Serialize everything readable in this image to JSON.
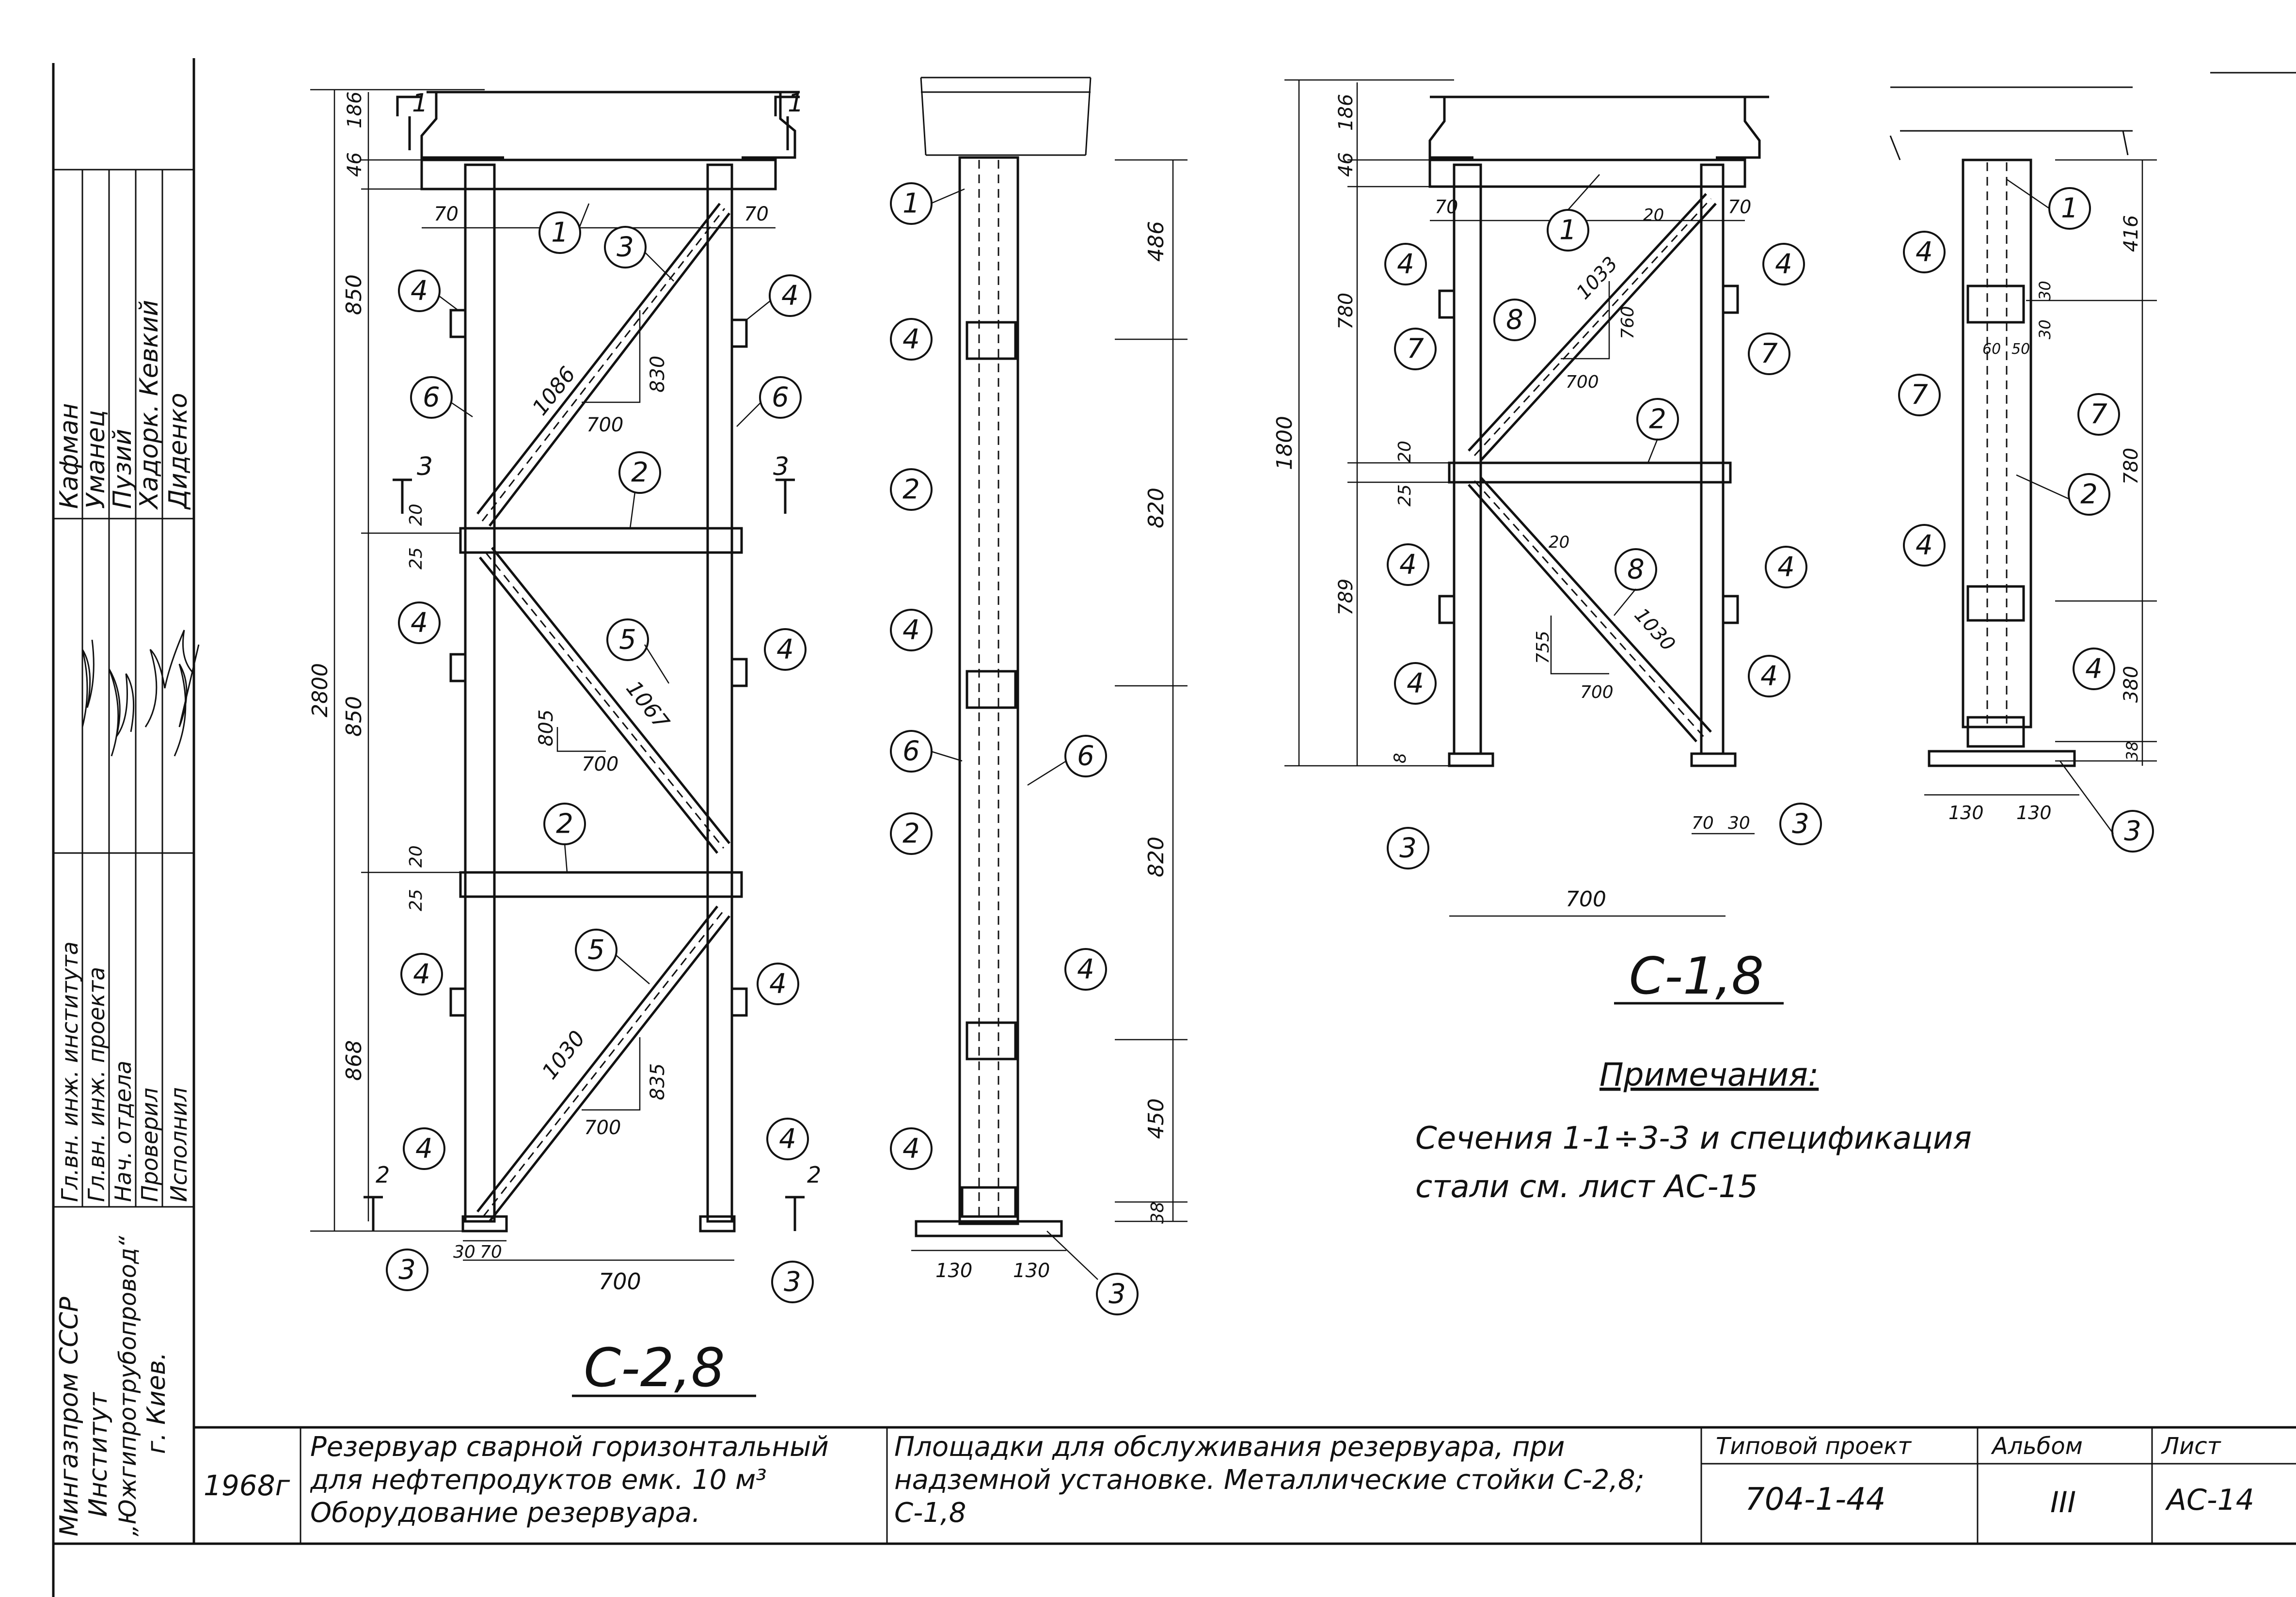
{
  "left_stamp": {
    "roles": [
      "Гл.вн. инж. института",
      "Гл.вн. инж. проекта",
      "Нач. отдела",
      "Проверил",
      "Исполнил"
    ],
    "names": [
      "Кафман",
      "Уманец",
      "Пузий",
      "Хадорк. Кевкий",
      "Диденко"
    ],
    "organization": [
      "Мингазпром СССР",
      "Институт",
      "„Южгипротрубопровод“",
      "г. Киев."
    ]
  },
  "title_block": {
    "year": "1968г",
    "object": "Резервуар сварной горизонтальный для нефтепродуктов емк. 10 м³ Оборудование резервуара.",
    "sheet_title": "Площадки для обслуживания резервуара, при надземной установке. Металлические стойки С-2,8; С-1,8",
    "project_label": "Типовой проект",
    "project_value": "704-1-44",
    "album_label": "Альбом",
    "album_value": "III",
    "sheet_label": "Лист",
    "sheet_value": "АС-14"
  },
  "drawings": {
    "c28": {
      "caption": "С-2,8",
      "dims_vertical": [
        "186",
        "46",
        "850",
        "850",
        "868",
        "2800",
        "20",
        "25",
        "20",
        "25"
      ],
      "dims_horizontal": [
        "70",
        "70",
        "700",
        "30",
        "70"
      ],
      "diagonals": [
        "1086",
        "1067",
        "1030"
      ],
      "diag_dims": [
        "830",
        "700",
        "805",
        "700",
        "835",
        "700"
      ],
      "side_dims": [
        "486",
        "820",
        "820",
        "450",
        "38",
        "130",
        "130"
      ]
    },
    "c18": {
      "caption": "С-1,8",
      "dims_vertical": [
        "186",
        "46",
        "780",
        "1800",
        "20",
        "25",
        "789",
        "8"
      ],
      "dims_horizontal": [
        "70",
        "70",
        "700",
        "70",
        "30"
      ],
      "diagonals": [
        "1033",
        "1030"
      ],
      "diag_dims": [
        "20",
        "760",
        "700",
        "20",
        "755",
        "700"
      ],
      "side_dims": [
        "416",
        "30",
        "30",
        "780",
        "380",
        "38",
        "130",
        "130",
        "60",
        "50"
      ]
    },
    "section_marks": [
      "1",
      "1",
      "2",
      "2",
      "3",
      "3"
    ]
  },
  "notes": {
    "heading": "Примечания:",
    "line1": "Сечения 1-1÷3-3 и спецификация",
    "line2": "стали см. лист АС-15"
  }
}
